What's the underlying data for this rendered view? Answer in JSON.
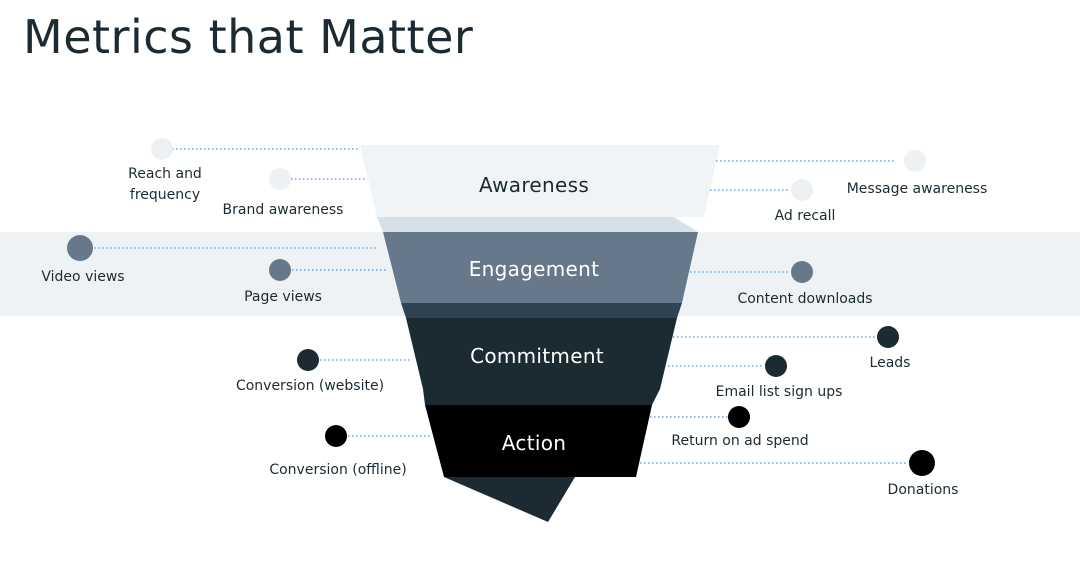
{
  "title": "Metrics that Matter",
  "colors": {
    "awareness": "#f1f4f7",
    "engagement": "#67788a",
    "commitment": "#1c2b33",
    "action": "#000000",
    "highlight_band": "#eef2f5",
    "leader_line": "#4a90e2"
  },
  "stages": [
    {
      "name": "Awareness"
    },
    {
      "name": "Engagement"
    },
    {
      "name": "Commitment"
    },
    {
      "name": "Action"
    }
  ],
  "metrics": {
    "awareness_left": [
      "Reach and frequency",
      "Brand awareness"
    ],
    "awareness_right": [
      "Message awareness",
      "Ad recall"
    ],
    "engagement_left": [
      "Video views",
      "Page views"
    ],
    "engagement_right": [
      "Content downloads"
    ],
    "commitment_left": [
      "Conversion (website)"
    ],
    "commitment_right": [
      "Leads",
      "Email list sign ups"
    ],
    "action_left": [
      "Conversion (offline)"
    ],
    "action_right": [
      "Return on ad spend",
      "Donations"
    ]
  }
}
